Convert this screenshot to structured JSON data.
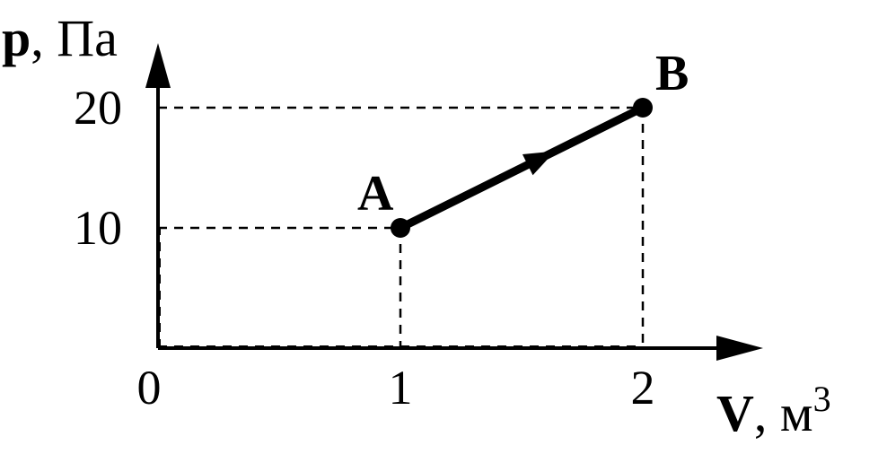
{
  "chart_data": {
    "type": "line",
    "xlabel_symbol": "V",
    "xlabel_unit": "м",
    "xlabel_unit_power": "3",
    "ylabel_symbol": "p",
    "ylabel_unit": "Па",
    "origin_label": "0",
    "x_ticks": [
      {
        "value": 1,
        "label": "1"
      },
      {
        "value": 2,
        "label": "2"
      }
    ],
    "y_ticks": [
      {
        "value": 10,
        "label": "10"
      },
      {
        "value": 20,
        "label": "20"
      }
    ],
    "xlim": [
      0,
      2.4
    ],
    "ylim": [
      0,
      25
    ],
    "grid": false,
    "points": [
      {
        "name": "A",
        "x": 1,
        "y": 10
      },
      {
        "name": "B",
        "x": 2,
        "y": 20
      }
    ],
    "process_direction": "A-to-B",
    "colors": {
      "ink": "#000000",
      "background": "#ffffff"
    }
  }
}
